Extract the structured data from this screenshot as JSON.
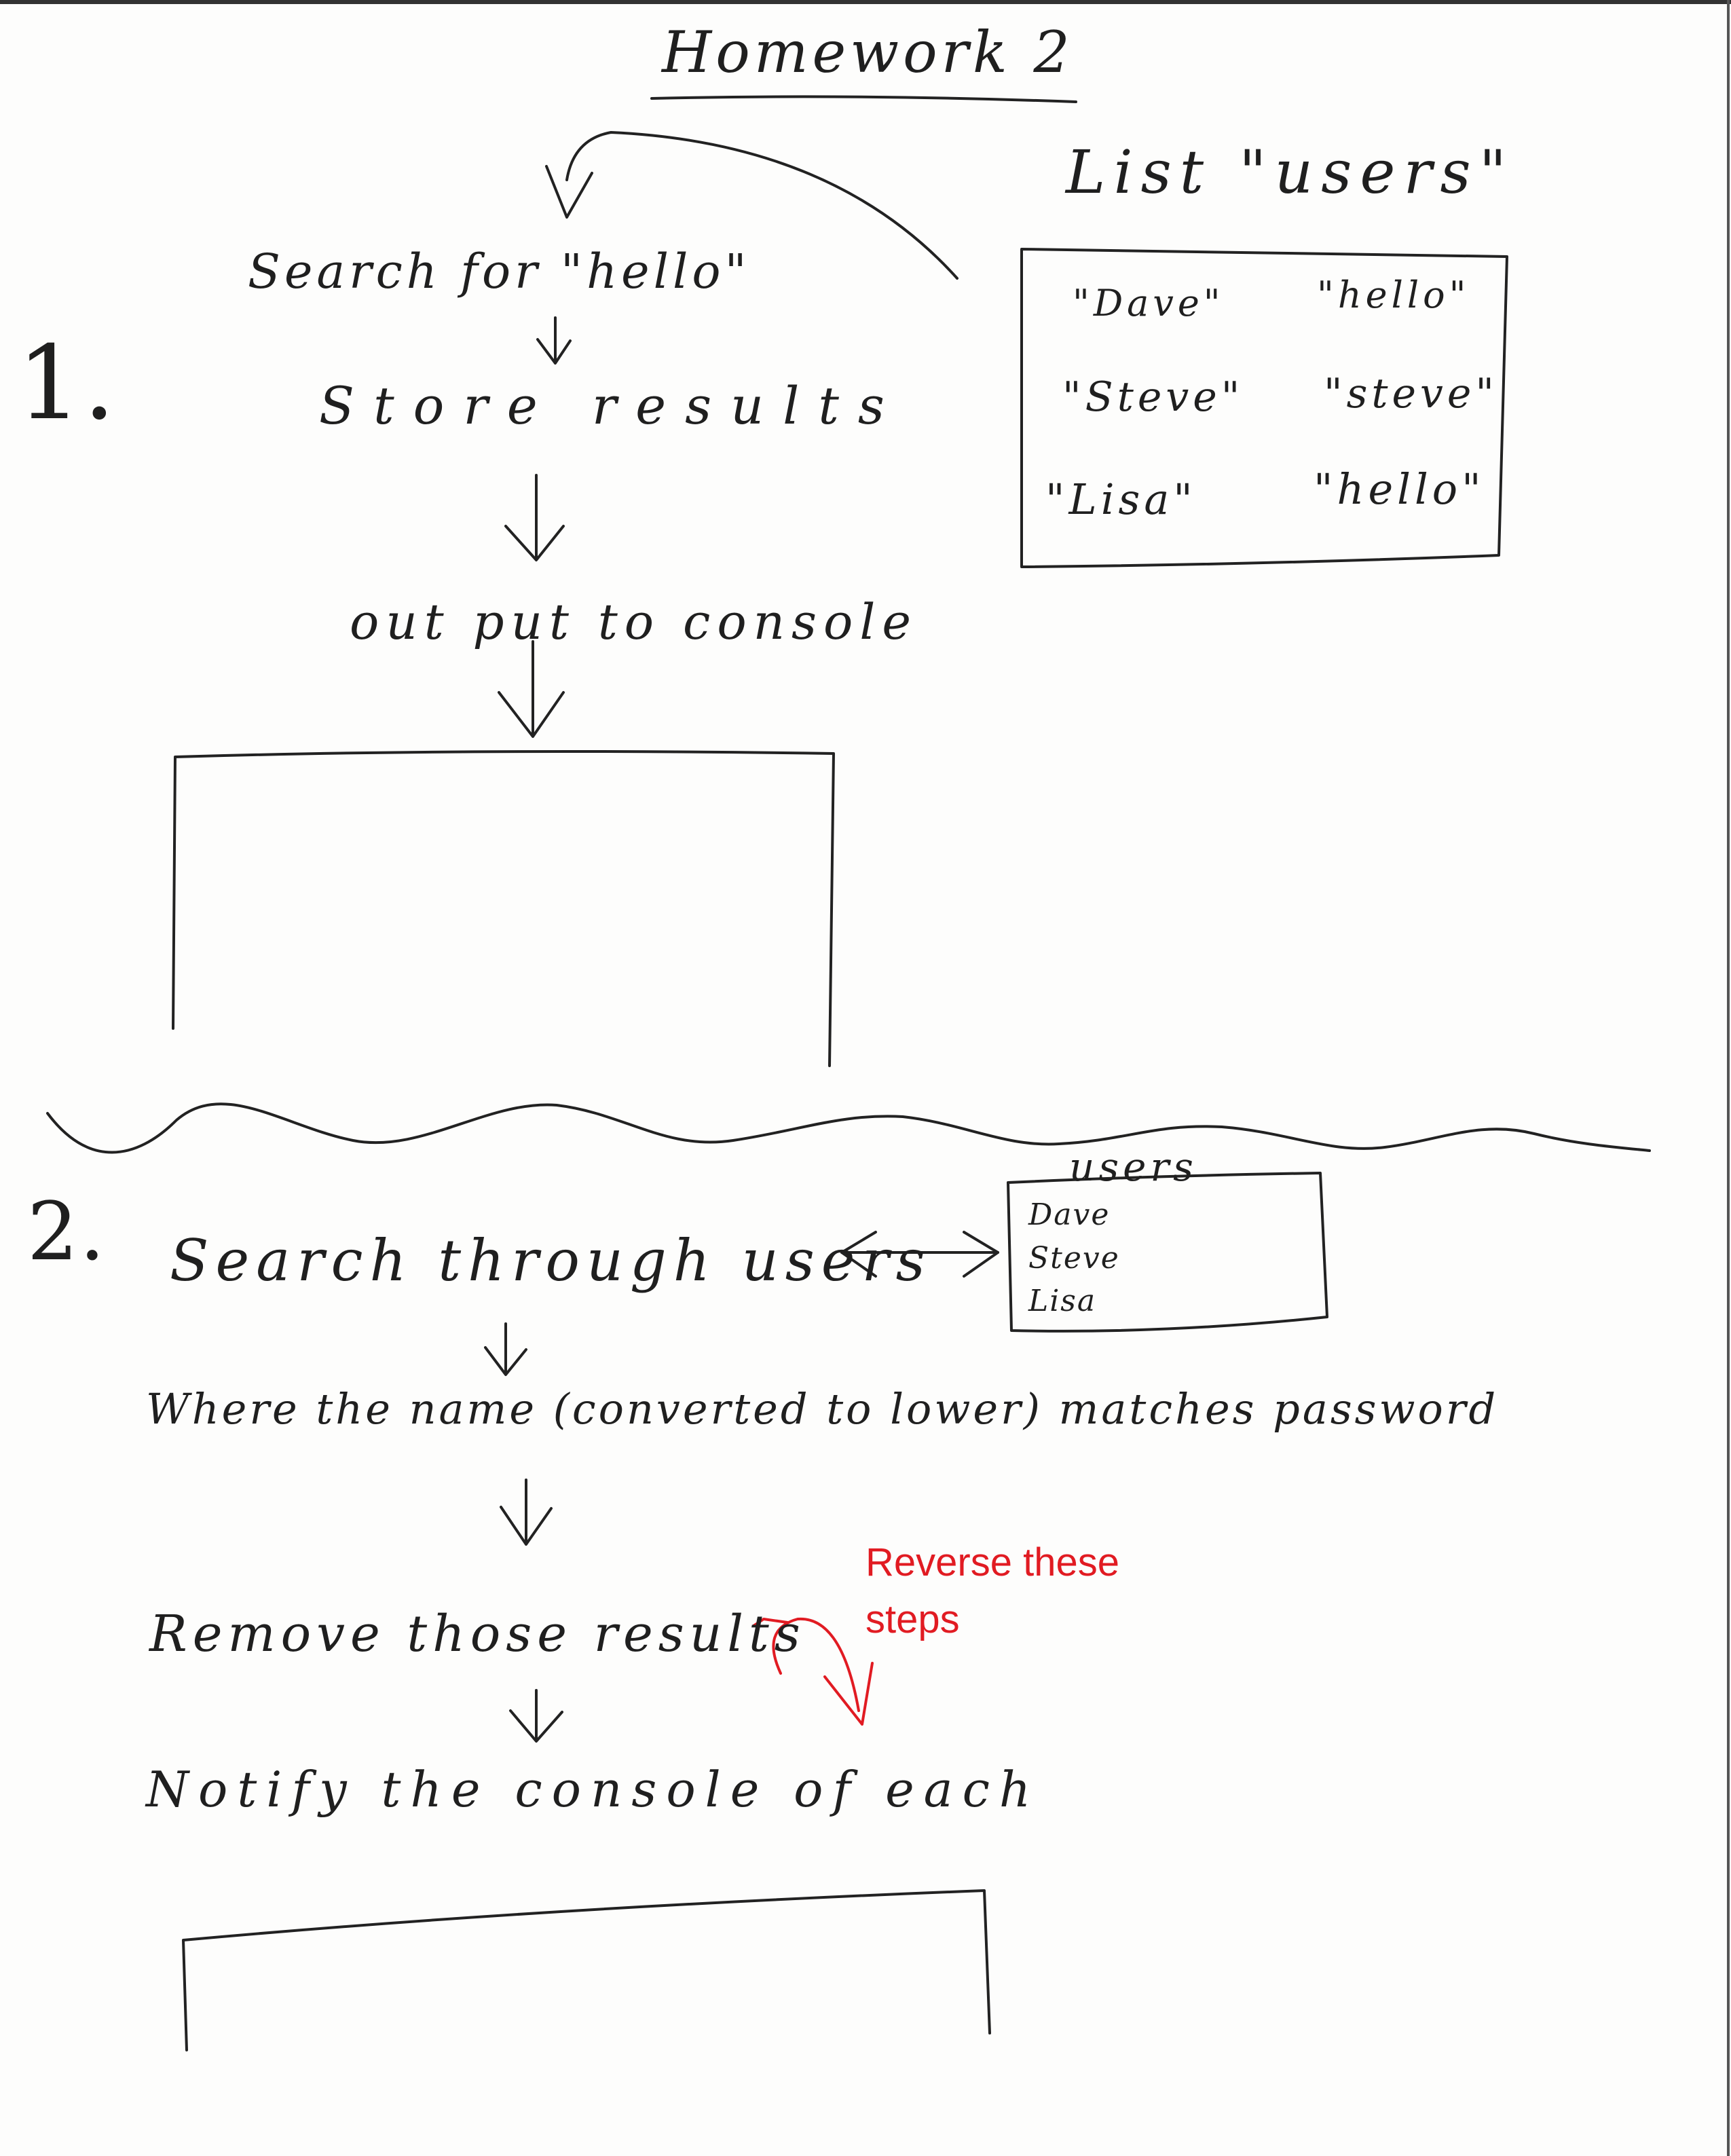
{
  "title": "Homework 2",
  "section1": {
    "number": "1.",
    "list_title": "List \"users\"",
    "list_items": [
      "\"Dave\"",
      "\"hello\"",
      "\"Steve\"",
      "\"steve\"",
      "\"Lisa\"",
      "\"hello\""
    ],
    "steps": [
      "Search for \"hello\"",
      "Store results",
      "out put to console"
    ]
  },
  "section2": {
    "number": "2.",
    "users_box_title": "users",
    "users_box_items": [
      "Dave",
      "Steve",
      "Lisa"
    ],
    "steps": [
      "Search through users",
      "Where the name (converted to lower) matches password",
      "Remove those results",
      "Notify the console of each"
    ],
    "annotation": [
      "Reverse these",
      "steps"
    ],
    "annotation_color": "#e11b22"
  }
}
